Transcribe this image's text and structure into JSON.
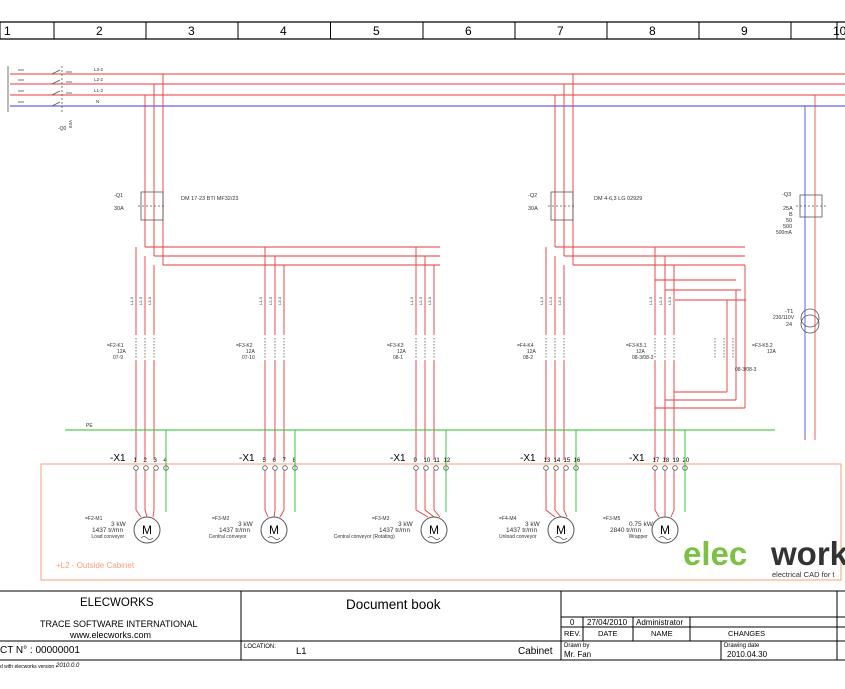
{
  "ruler": {
    "columns": [
      "1",
      "2",
      "3",
      "4",
      "5",
      "6",
      "7",
      "8",
      "9",
      "10"
    ]
  },
  "mains": {
    "lines": [
      "L3-2",
      "L2-2",
      "L1-2",
      "N"
    ],
    "breaker_label": "-Q0",
    "breaker_rating": "63A"
  },
  "motor_protectors": [
    {
      "ref": "-Q1",
      "rating": "30A",
      "model": "DM 17-23 BTI MF32/23"
    },
    {
      "ref": "-Q2",
      "rating": "30A",
      "model": "DM 4-6,3 LG 02929"
    }
  ],
  "q3": {
    "ref": "-Q3",
    "values": [
      "25A",
      "B",
      "50",
      "500",
      "500mA"
    ]
  },
  "transformer": {
    "ref": "-T1",
    "ratio": "230/110V",
    "value": "24"
  },
  "pe_label": "PE",
  "terminal_strips": [
    {
      "label": "-X1",
      "numbers": [
        "1",
        "2",
        "3",
        "4"
      ]
    },
    {
      "label": "-X1",
      "numbers": [
        "5",
        "6",
        "7",
        "8"
      ]
    },
    {
      "label": "-X1",
      "numbers": [
        "9",
        "10",
        "11",
        "12"
      ]
    },
    {
      "label": "-X1",
      "numbers": [
        "13",
        "14",
        "15",
        "16"
      ]
    },
    {
      "label": "-X1",
      "numbers": [
        "17",
        "18",
        "19",
        "20"
      ]
    }
  ],
  "contactors": [
    {
      "ref": "=F2-K1",
      "rating": "12A",
      "code": "07-9"
    },
    {
      "ref": "=F3-K2",
      "rating": "12A",
      "code": "07-10"
    },
    {
      "ref": "=F3-K3",
      "rating": "12A",
      "code": "08-1"
    },
    {
      "ref": "=F4-K4",
      "rating": "12A",
      "code": "08-2"
    },
    {
      "ref": "=F3-K5.1",
      "rating": "12A",
      "code": "08-3/08-3"
    },
    {
      "ref": "=F3-K5.2",
      "rating": "12A",
      "code": "08-3/08-3"
    }
  ],
  "motors": [
    {
      "ref": "=F2-M1",
      "power": "3 kW",
      "speed": "1437 tr/mn",
      "name": "Load conveyor",
      "symbol": "M"
    },
    {
      "ref": "=F3-M2",
      "power": "3 kW",
      "speed": "1437 tr/mn",
      "name": "Central conveyor",
      "symbol": "M"
    },
    {
      "ref": "=F3-M3",
      "power": "3 kW",
      "speed": "1437 tr/mn",
      "name": "Central conveyor (Rotating)",
      "symbol": "M"
    },
    {
      "ref": "=F4-M4",
      "power": "3 kW",
      "speed": "1437 tr/mn",
      "name": "Unload conveyor",
      "symbol": "M"
    },
    {
      "ref": "=F3-M5",
      "power": "0.75 kW",
      "speed": "2840 tr/mn",
      "name": "Wrapper",
      "symbol": "M"
    }
  ],
  "location_box": "+L2 - Outside Cabinet",
  "brand": {
    "logo_left": "elec",
    "logo_right": "work",
    "tagline": "electrical CAD for t"
  },
  "title_block": {
    "company": "ELECWORKS",
    "company_sub": "TRACE SOFTWARE INTERNATIONAL",
    "website": "www.elecworks.com",
    "project": "CT N° : 00000001",
    "document": "Document book",
    "location_label": "LOCATION:",
    "location_value": "L1",
    "cabinet": "Cabinet",
    "rev_no": "0",
    "rev_date": "27/04/2010",
    "rev_name": "Administrator",
    "hdr_rev": "REV.",
    "hdr_date": "DATE",
    "hdr_name": "NAME",
    "hdr_changes": "CHANGES",
    "drawn_by_label": "Drawn by",
    "drawn_by": "Mr. Fan",
    "drawing_date_label": "Drawing date",
    "drawing_date": "2010.04.30",
    "footer": "d with elecworks version :",
    "footer_version": "2010.0.0"
  },
  "colors": {
    "power": "#e83a3a",
    "neutral": "#3a3ad8",
    "pe": "#2cc12c",
    "logo": "#7cc242",
    "location": "#f4a07a"
  }
}
